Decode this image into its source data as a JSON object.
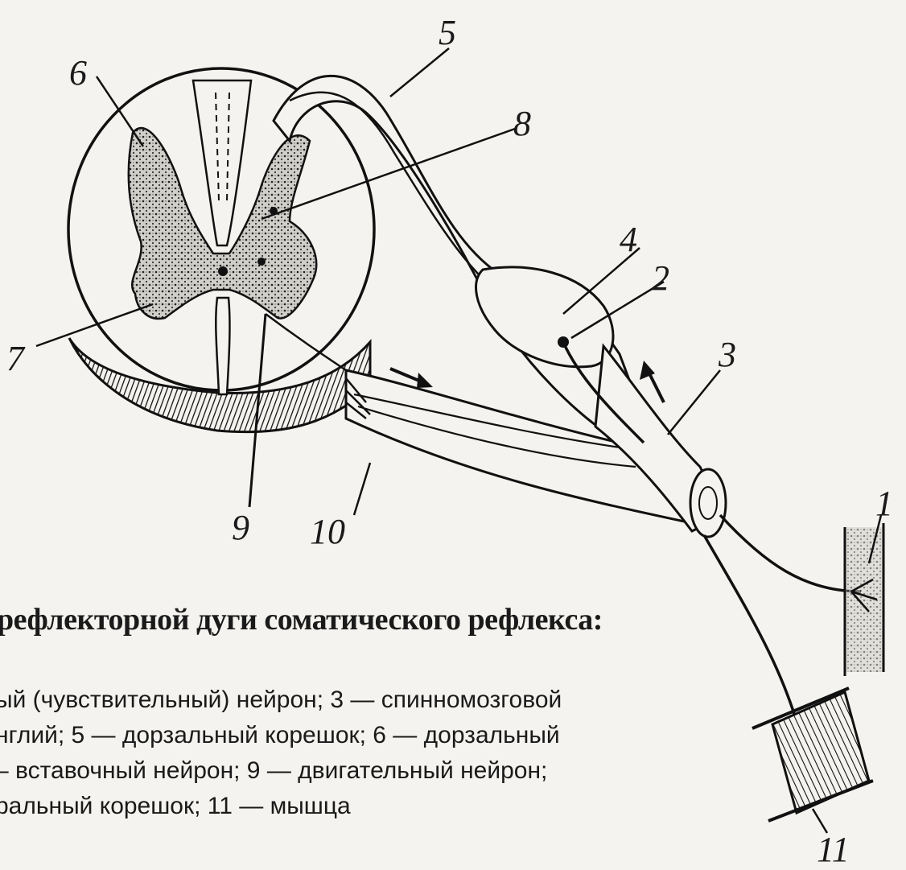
{
  "labels": {
    "l1": "1",
    "l2": "2",
    "l3": "3",
    "l4": "4",
    "l5": "5",
    "l6": "6",
    "l7": "7",
    "l8": "8",
    "l9": "9",
    "l10": "10",
    "l11": "11"
  },
  "caption": {
    "title": "рефлекторной дуги соматического рефлекса:",
    "lines": [
      "ый (чувствительный) нейрон; 3 — спинномозговой",
      "нглий;  5 — дорзальный  корешок;  6 — дорзальный",
      "– вставочный нейрон; 9 — двигательный нейрон;",
      "ральный корешок; 11 — мышца"
    ]
  }
}
